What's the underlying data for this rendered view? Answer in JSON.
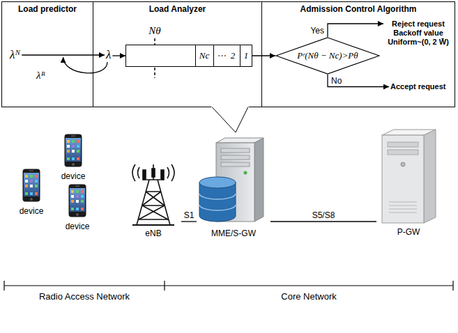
{
  "diagram": {
    "nodes": [
      {
        "text": [
          "Load predictor"
        ]
      },
      {
        "text": [
          "Load Analyzer"
        ]
      },
      {
        "text": [
          "Admission Control Algorithm"
        ]
      },
      {
        "text": [
          "λᴺ"
        ],
        "in": 0
      },
      {
        "text": [
          "λ"
        ],
        "in": 1
      },
      {
        "text": [
          "Nc",
          "⋯",
          "2",
          "1"
        ],
        "in": 1
      },
      {
        "text": [
          "Pʳ(Nθ − Nc)>Pθ"
        ],
        "in": 2
      },
      {
        "text": [
          "Reject request Backoff value Uniform~(0, 2 W̄)"
        ],
        "in": 2
      },
      {
        "text": [
          "Accept request"
        ],
        "in": 2
      },
      {
        "text": [
          "device"
        ]
      },
      {
        "text": [
          "device"
        ]
      },
      {
        "text": [
          "device"
        ]
      },
      {
        "text": [
          "eNB"
        ]
      },
      {
        "text": [
          "MME/S-GW"
        ]
      },
      {
        "text": [
          "P-GW"
        ]
      }
    ],
    "edges": [
      {
        "from": 3,
        "to": 4,
        "arrow": "to"
      },
      {
        "from": 4,
        "to": 5,
        "arrow": "to"
      },
      {
        "from": 5,
        "to": 6,
        "arrow": "to"
      },
      {
        "from": 6,
        "to": 7,
        "label": "Yes",
        "arrow": "to"
      },
      {
        "from": 6,
        "to": 8,
        "label": "No",
        "arrow": "to"
      },
      {
        "from": 12,
        "to": 13,
        "label": "S1",
        "arrow": "none"
      },
      {
        "from": 13,
        "to": 14,
        "label": "S5/S8",
        "arrow": "none"
      }
    ],
    "labels": [
      "Nθ",
      "λᴮ",
      "Radio Access Network",
      "Core Network"
    ]
  }
}
